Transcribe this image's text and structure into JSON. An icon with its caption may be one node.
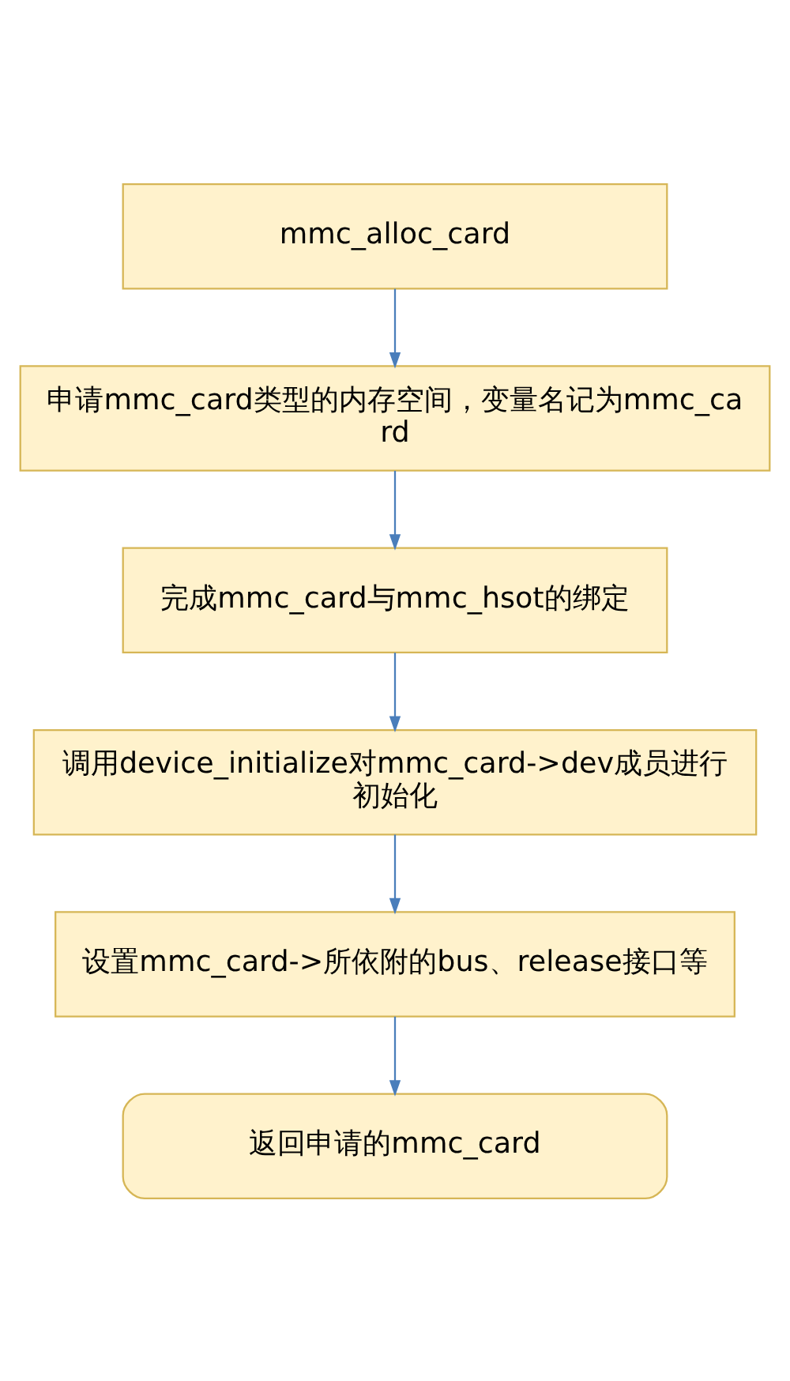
{
  "diagram": {
    "nodes": [
      {
        "text": [
          "mmc_alloc_card"
        ]
      },
      {
        "text": [
          "申请mmc_card类型的内存空间，变量名记为mmc_card"
        ]
      },
      {
        "text": [
          "完成mmc_card与mmc_hsot的绑定"
        ]
      },
      {
        "text": [
          "调用device_initialize对mmc_card->dev成员进行初始化"
        ]
      },
      {
        "text": [
          "设置mmc_card->所依附的bus、release接口等"
        ]
      },
      {
        "text": [
          "返回申请的mmc_card"
        ]
      }
    ],
    "edges": [
      {
        "from": 0,
        "to": 1,
        "arrow": "to"
      },
      {
        "from": 1,
        "to": 2,
        "arrow": "to"
      },
      {
        "from": 2,
        "to": 3,
        "arrow": "to"
      },
      {
        "from": 3,
        "to": 4,
        "arrow": "to"
      },
      {
        "from": 4,
        "to": 5,
        "arrow": "to"
      }
    ]
  }
}
